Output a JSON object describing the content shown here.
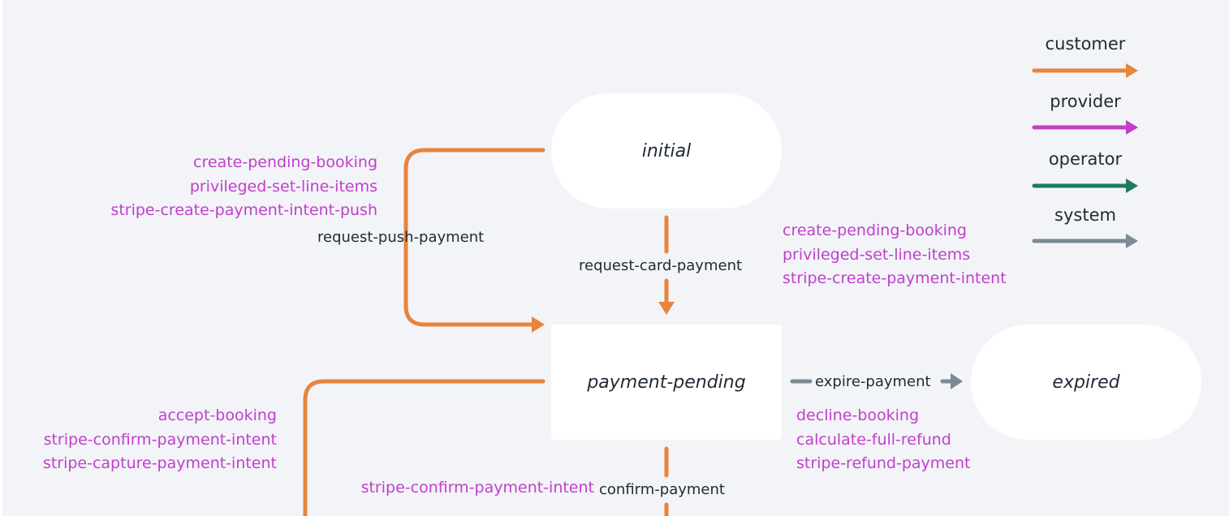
{
  "colors": {
    "customer": "#e8843b",
    "provider": "#c13fcc",
    "operator": "#1e7a63",
    "system": "#7b8a96",
    "effect_text": "#c13fcc",
    "label_text": "#1f2a35",
    "background": "#f2f4f7",
    "node_fill": "#ffffff"
  },
  "legend": [
    {
      "label": "customer",
      "role": "customer"
    },
    {
      "label": "provider",
      "role": "provider"
    },
    {
      "label": "operator",
      "role": "operator"
    },
    {
      "label": "system",
      "role": "system"
    }
  ],
  "states": {
    "initial": "initial",
    "payment_pending": "payment-pending",
    "expired": "expired"
  },
  "transitions": {
    "request_push_payment": {
      "label": "request-push-payment",
      "actor": "customer",
      "effects": [
        "create-pending-booking",
        "privileged-set-line-items",
        "stripe-create-payment-intent-push"
      ]
    },
    "request_card_payment": {
      "label": "request-card-payment",
      "actor": "customer",
      "effects": [
        "create-pending-booking",
        "privileged-set-line-items",
        "stripe-create-payment-intent"
      ]
    },
    "expire_payment": {
      "label": "expire-payment",
      "actor": "system",
      "effects": [
        "decline-booking",
        "calculate-full-refund",
        "stripe-refund-payment"
      ]
    },
    "confirm_payment": {
      "label": "confirm-payment",
      "actor": "customer",
      "effects": [
        "stripe-confirm-payment-intent"
      ]
    },
    "left_branch": {
      "actor": "customer",
      "effects": [
        "accept-booking",
        "stripe-confirm-payment-intent",
        "stripe-capture-payment-intent"
      ]
    }
  }
}
